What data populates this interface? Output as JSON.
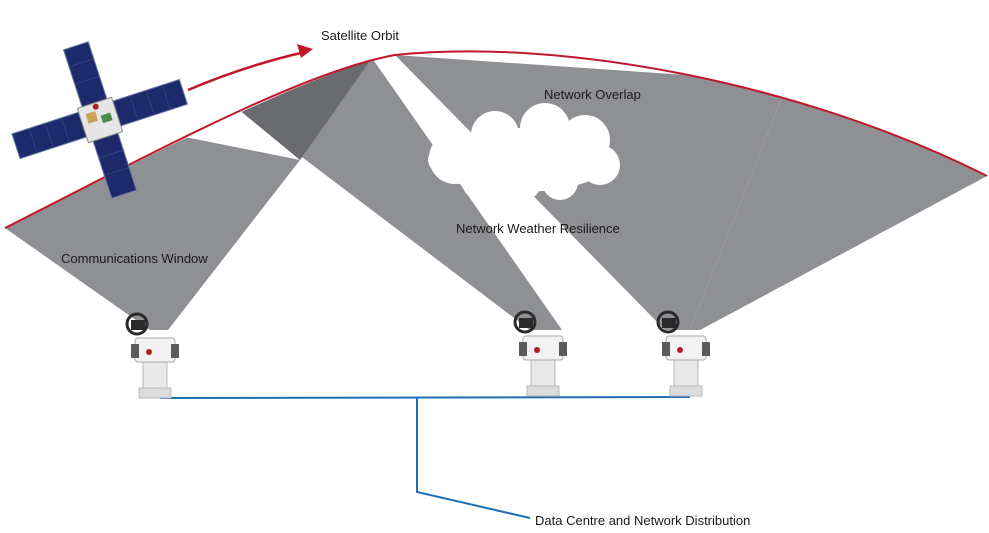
{
  "labels": {
    "satellite_orbit": "Satellite Orbit",
    "network_overlap": "Network Overlap",
    "communications_window": "Communications Window",
    "network_weather_resilience": "Network Weather Resilience",
    "data_centre": "Data Centre and Network Distribution"
  },
  "colors": {
    "orbit_line": "#c0182a",
    "network_line": "#1f6fb5",
    "beam": "#8f9093",
    "beam_overlap": "#6a6b6e",
    "cloud": "#ffffff"
  },
  "icons": {
    "satellite": "satellite-icon",
    "ground_station": "telescope-icon",
    "weather": "cloud-icon"
  }
}
